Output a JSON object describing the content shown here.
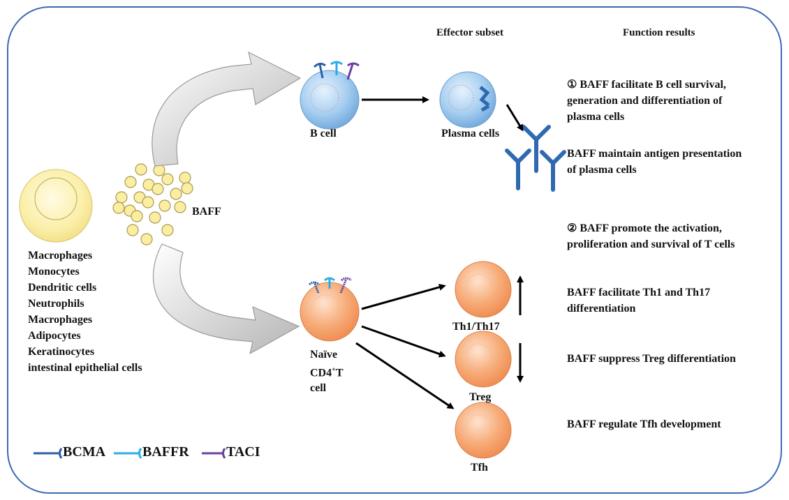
{
  "headers": {
    "effector_subset": "Effector subset",
    "function_results": "Function results"
  },
  "cells": {
    "b_cell": "B cell",
    "plasma_cells": "Plasma cells",
    "naive_line1": "Naïve",
    "naive_line2": "CD4",
    "naive_sup": "+",
    "naive_line2_rest": "T",
    "naive_line3": "cell",
    "th1": "Th1/Th17",
    "treg": "Treg",
    "tfh": "Tfh"
  },
  "baff_label": "BAFF",
  "sources": [
    "Macrophages",
    "Monocytes",
    "Dendritic cells",
    "Neutrophils",
    "Macrophages",
    "Adipocytes",
    "Keratinocytes",
    "intestinal epithelial cells"
  ],
  "functions": {
    "f1_line1": "① BAFF facilitate B cell survival,",
    "f1_line2": "generation and differentiation of",
    "f1_line3": "plasma cells",
    "f2_line1": "BAFF maintain antigen presentation",
    "f2_line2": "of plasma cells",
    "f3_line1": "② BAFF promote the activation,",
    "f3_line2": " proliferation and survival of T cells",
    "f4_line1": "BAFF facilitate Th1 and Th17",
    "f4_line2": "differentiation",
    "f5": "BAFF suppress Treg differentiation",
    "f6": "BAFF regulate Tfh  development"
  },
  "legend": {
    "bcma": "BCMA",
    "baffr": "BAFFR",
    "taci": "TACI"
  },
  "colors": {
    "border": "#3b6ab5",
    "bcma": "#2a5fa8",
    "baffr": "#27aee6",
    "taci": "#6b3fa0",
    "b_cell": "#9cc8ee",
    "t_cell": "#f5a06a",
    "source_cell": "#fbeea2"
  }
}
